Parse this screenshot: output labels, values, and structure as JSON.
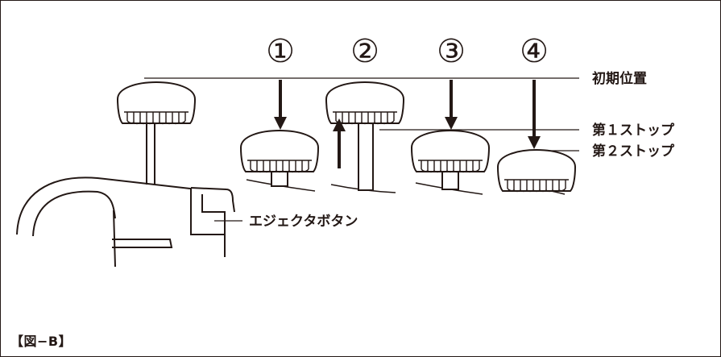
{
  "colors": {
    "line": "#231815",
    "background": "#ffffff"
  },
  "figure": {
    "caption": "【図−B】",
    "positions": [
      {
        "number": "①",
        "direction": "down"
      },
      {
        "number": "②",
        "direction": "up"
      },
      {
        "number": "③",
        "direction": "down"
      },
      {
        "number": "④",
        "direction": "down"
      }
    ],
    "labels": {
      "initial_position": "初期位置",
      "first_stop": "第１ストップ",
      "second_stop": "第２ストップ",
      "eject_button": "エジェクタボタン"
    }
  }
}
